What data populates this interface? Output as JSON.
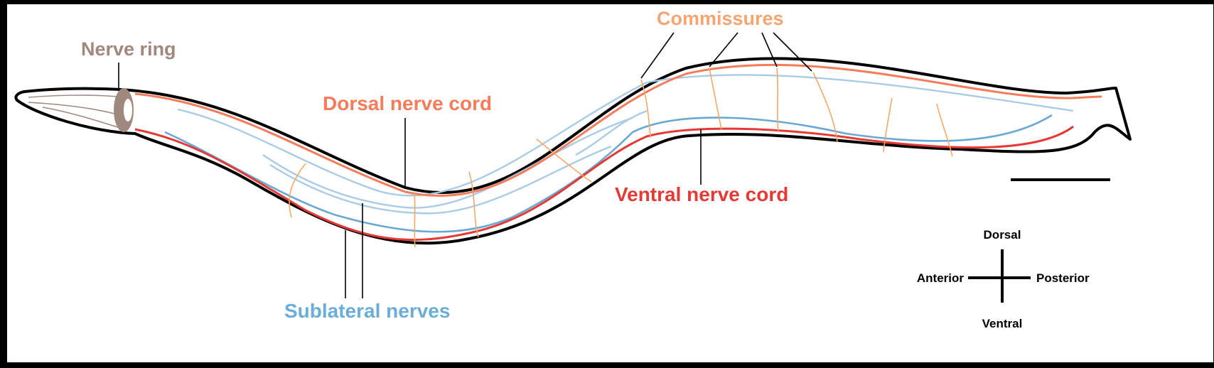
{
  "labels": {
    "nerve_ring": "Nerve ring",
    "commissures": "Commissures",
    "dorsal_nerve_cord": "Dorsal nerve cord",
    "ventral_nerve_cord": "Ventral nerve cord",
    "sublateral_nerves": "Sublateral nerves"
  },
  "compass": {
    "dorsal": "Dorsal",
    "ventral": "Ventral",
    "anterior": "Anterior",
    "posterior": "Posterior"
  },
  "colors": {
    "background": "#000000",
    "panel": "#ffffff",
    "body_outline": "#000000",
    "nerve_ring": "#a1887f",
    "dorsal_cord": "#f47c5a",
    "ventral_cord": "#e53935",
    "sublateral_dark": "#6aa8d4",
    "sublateral_light": "#a9cbe6",
    "commissures": "#f5a869",
    "commissures_label": "#f5a572",
    "ventral_label": "#e53935",
    "dorsal_label": "#f47c5a",
    "sublateral_label": "#6aaed8",
    "nerve_ring_label": "#a1887f"
  }
}
